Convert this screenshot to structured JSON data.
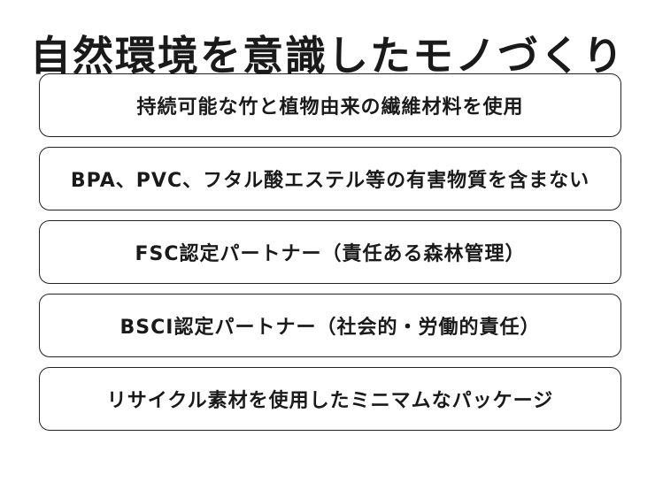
{
  "title": "自然環境を意識したモノづくり",
  "features": [
    "持続可能な竹と植物由来の繊維材料を使用",
    "BPA、PVC、フタル酸エステル等の有害物質を含まない",
    "FSC認定パートナー（責任ある森林管理）",
    "BSCI認定パートナー（社会的・労働的責任）",
    "リサイクル素材を使用したミニマムなパッケージ"
  ],
  "colors": {
    "text": "#1a1a1a",
    "border": "#222222",
    "background": "#ffffff"
  }
}
